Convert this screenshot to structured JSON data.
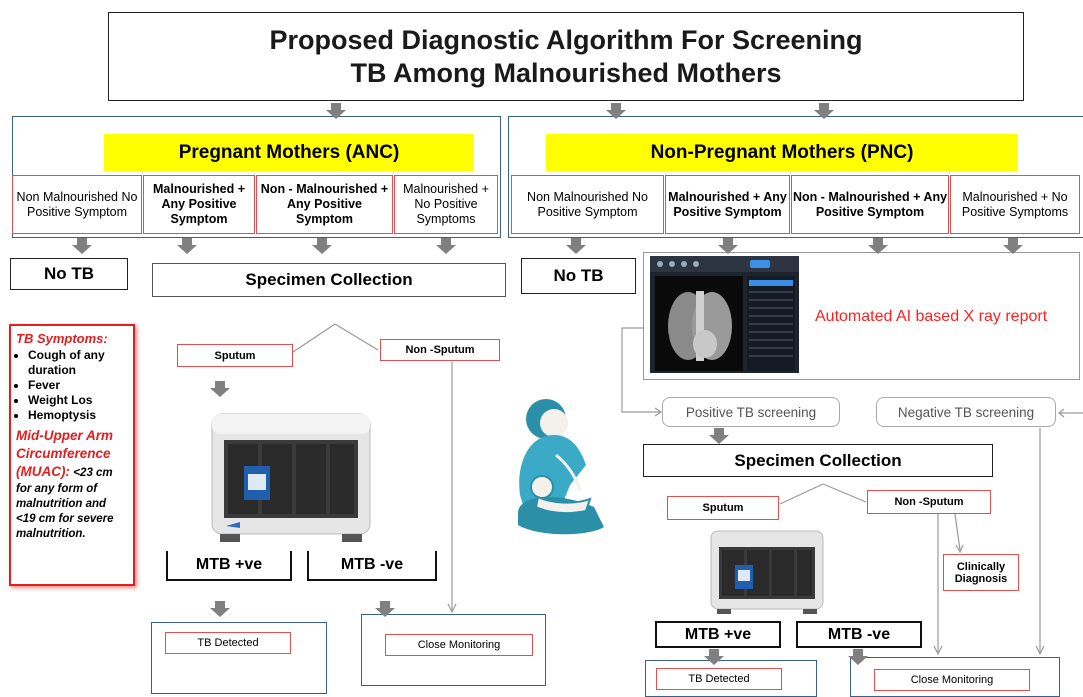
{
  "title": "Proposed Diagnostic Algorithm For Screening TB Among Malnourished Mothers",
  "anc": {
    "header": "Pregnant Mothers (ANC)",
    "categories": [
      "Non Malnourished No Positive Symptom",
      "Malnourished + Any Positive Symptom",
      "Non - Malnourished + Any Positive Symptom",
      "Malnourished + No Positive Symptoms"
    ],
    "no_tb": "No TB",
    "specimen": "Specimen Collection",
    "sputum": "Sputum",
    "non_sputum": "Non -Sputum",
    "mtb_pos": "MTB +ve",
    "mtb_neg": "MTB -ve",
    "tb_detected": "TB Detected",
    "close_monitoring": "Close Monitoring"
  },
  "pnc": {
    "header": "Non-Pregnant Mothers (PNC)",
    "categories": [
      "Non Malnourished No Positive Symptom",
      "Malnourished + Any Positive Symptom",
      "Non - Malnourished + Any Positive Symptom",
      "Malnourished + No Positive Symptoms"
    ],
    "no_tb": "No TB",
    "ai_report": "Automated AI based X ray report",
    "positive_screening": "Positive TB screening",
    "negative_screening": "Negative TB screening",
    "specimen": "Specimen Collection",
    "sputum": "Sputum",
    "non_sputum": "Non -Sputum",
    "clinically": "Clinically Diagnosis",
    "mtb_pos": "MTB +ve",
    "mtb_neg": "MTB -ve",
    "tb_detected": "TB Detected",
    "close_monitoring": "Close Monitoring"
  },
  "symptoms": {
    "heading": "TB Symptoms:",
    "items": [
      "Cough of any duration",
      "Fever",
      "Weight Los",
      "Hemoptysis"
    ],
    "muac_heading": "Mid-Upper Arm Circumference (MUAC):",
    "muac_text": "<23 cm for any form of malnutrition and <19 cm for severe malnutrition."
  },
  "colors": {
    "panel_border": "#3b5f8c",
    "header_fill": "#ffff00",
    "accent_red": "#e02020",
    "arrow_grey": "#808080"
  },
  "icons": [
    "down-arrow-icon",
    "genexpert-machine-icon",
    "breastfeeding-mother-icon",
    "chest-xray-icon"
  ]
}
